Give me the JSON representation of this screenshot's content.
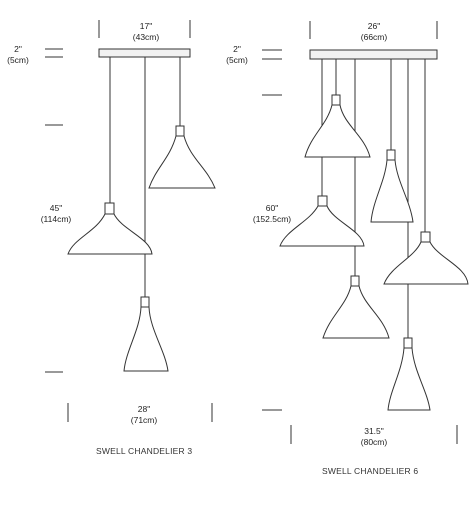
{
  "chandelier_3": {
    "title": "SWELL CHANDELIER 3",
    "canopy_width": {
      "in": "17\"",
      "cm": "(43cm)"
    },
    "canopy_height": {
      "in": "2\"",
      "cm": "(5cm)"
    },
    "overall_height": {
      "in": "45\"",
      "cm": "(114cm)"
    },
    "spread_width": {
      "in": "28\"",
      "cm": "(71cm)"
    }
  },
  "chandelier_6": {
    "title": "SWELL CHANDELIER 6",
    "canopy_width": {
      "in": "26\"",
      "cm": "(66cm)"
    },
    "canopy_height": {
      "in": "2\"",
      "cm": "(5cm)"
    },
    "overall_height": {
      "in": "60\"",
      "cm": "(152.5cm)"
    },
    "spread_width": {
      "in": "31.5\"",
      "cm": "(80cm)"
    }
  }
}
